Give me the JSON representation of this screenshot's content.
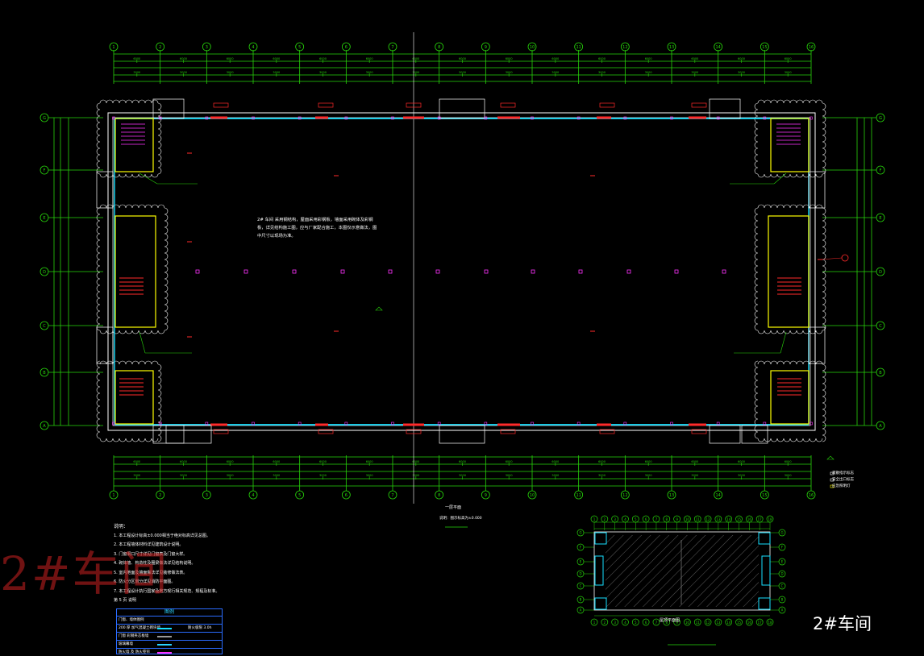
{
  "drawing": {
    "colors": {
      "background": "#000000",
      "axis": "#27d40a",
      "wall": "#ffffff",
      "glass": "#16e0ff",
      "red": "#ff2a2a",
      "magenta": "#ff33ff",
      "yellow": "#ffff00",
      "blue": "#3a6bff"
    },
    "axes_top": [
      "1",
      "2",
      "3",
      "4",
      "5",
      "6",
      "7",
      "8",
      "9",
      "10",
      "11",
      "12",
      "13",
      "14",
      "15",
      "16"
    ],
    "axes_side": [
      "G",
      "F",
      "E",
      "D",
      "C",
      "B",
      "A"
    ],
    "plan_caption": "一层平面",
    "plan_subcaption": "说明：图示标高为±0.000",
    "center_note": "2# 车间 采用钢结构，屋面采用彩钢板，墙面采用砌体及彩钢板，详见结构施工图，应与厂家配合施工，本图仅示意做法，图中尺寸以现场为准。"
  },
  "notes": {
    "header": "说明：",
    "items": [
      "1. 本工程设计标高±0.000相当于绝对标高详见总图。",
      "2. 本工程墙体材料详见建筑设计说明。",
      "3. 门窗洞口尺寸详见门窗表及门窗大样。",
      "4. 砌体墙、构造柱及圈梁做法详见结构说明。",
      "5. 室内地面及墙面做法详见装修做法表。",
      "6. 防火分区划分详见消防平面图。",
      "7. 本工程设计执行国家及地方现行相关规范、规程及标准。",
      "第 5 页 说明"
    ]
  },
  "legend": {
    "title": "图例",
    "rows": [
      "门窗、墙体图例",
      "200 厚 加气混凝土砌块墙",
      "门窗 彩钢夹芯板墙",
      "玻璃幕墙",
      "防火墙 及 防火卷帘"
    ],
    "note": "耐火极限 3.0h"
  },
  "watermark": "2#车间",
  "mini_plan": {
    "title": "2#车间",
    "caption": "屋顶平面图",
    "axes_top": [
      "1",
      "2",
      "3",
      "4",
      "5",
      "6",
      "7",
      "8",
      "9",
      "10",
      "11",
      "12",
      "13",
      "14",
      "15",
      "16",
      "17",
      "18"
    ],
    "axes_side": [
      "G",
      "F",
      "E",
      "D",
      "C",
      "B",
      "A"
    ]
  },
  "key": [
    "疏散指示标志",
    "安全出口标志",
    "应急照明灯"
  ]
}
